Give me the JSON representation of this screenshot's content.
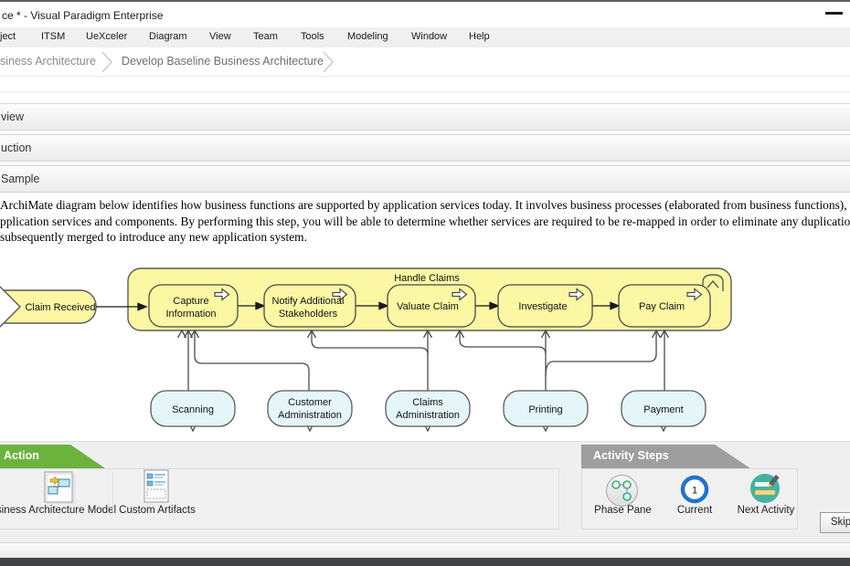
{
  "window": {
    "title": "ce * - Visual Paradigm Enterprise"
  },
  "menu": {
    "items": [
      "ject",
      "ITSM",
      "UeXceler",
      "Diagram",
      "View",
      "Team",
      "Tools",
      "Modeling",
      "Window",
      "Help"
    ]
  },
  "breadcrumb": {
    "items": [
      "siness Architecture",
      "Develop Baseline Business Architecture"
    ]
  },
  "sections": {
    "s0": "view",
    "s1": "uction",
    "s2": "Sample"
  },
  "description": {
    "line1": "ArchiMate diagram below identifies how business functions are supported by application services today. It involves business processes (elaborated from business functions),",
    "line2": "pplication services and components. By performing this step, you will be able to determine whether services are required to be re-mapped in order to eliminate any duplication,",
    "line3": "subsequently merged to introduce any new application system."
  },
  "diagram": {
    "container": "Handle Claims",
    "event": "Claim Received",
    "processes": [
      {
        "line1": "Capture",
        "line2": "Information"
      },
      {
        "line1": "Notify Additional",
        "line2": "Stakeholders"
      },
      {
        "line1": "Valuate Claim"
      },
      {
        "line1": "Investigate"
      },
      {
        "line1": "Pay Claim"
      }
    ],
    "services": [
      {
        "line1": "Scanning"
      },
      {
        "line1": "Customer",
        "line2": "Administration"
      },
      {
        "line1": "Claims",
        "line2": "Administration"
      },
      {
        "line1": "Printing"
      },
      {
        "line1": "Payment"
      }
    ]
  },
  "action_panel": {
    "title": "Action",
    "items": [
      {
        "label": "siness Architecture Model"
      },
      {
        "label": "Custom Artifacts"
      }
    ]
  },
  "activity_steps": {
    "title": "Activity Steps",
    "items": [
      {
        "label": "Phase Pane"
      },
      {
        "label": "Current",
        "badge": "1"
      },
      {
        "label": "Next Activity"
      }
    ]
  },
  "buttons": {
    "skip": "Skip"
  },
  "colors": {
    "archimate_yellow": "#fbf7a3",
    "archimate_blue": "#e4f6f9",
    "action_green": "#6cb33e",
    "steps_gray": "#9e9e9e",
    "current_ring_blue": "#2273c8",
    "next_teal": "#45b2a0"
  }
}
